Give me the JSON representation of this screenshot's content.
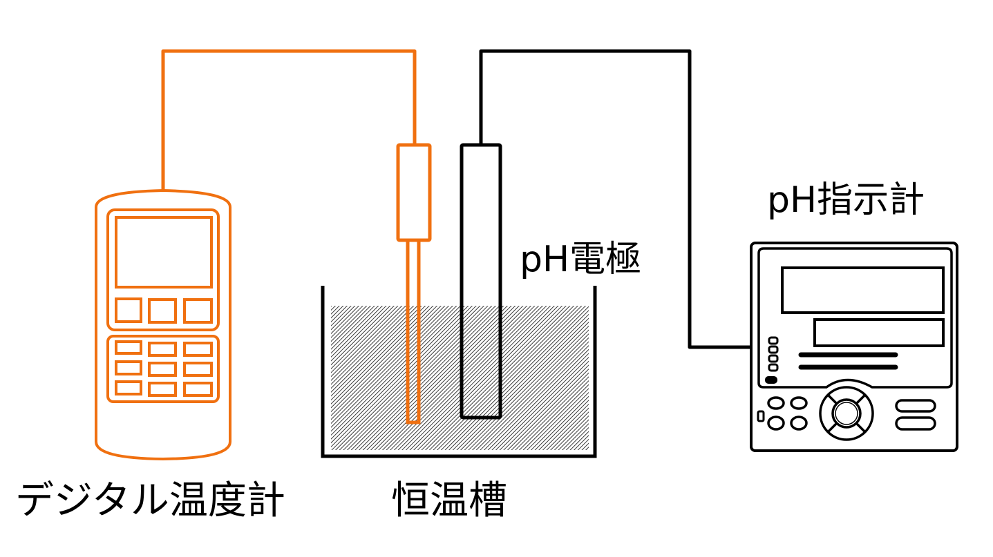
{
  "title": "pH measurement setup with digital thermometer and constant-temperature bath",
  "labels": {
    "digital_thermometer": "デジタル温度計",
    "constant_temperature_bath": "恒温槽",
    "ph_electrode": "pH電極",
    "ph_indicator": "pH指示計"
  },
  "colors": {
    "thermometer_line": "#f07010",
    "electrode_line": "#000000",
    "liquid_hatch": "#3a3a3a",
    "background": "#ffffff"
  }
}
